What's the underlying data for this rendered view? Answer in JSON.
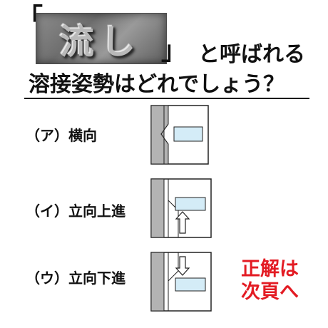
{
  "title": {
    "open_bracket": "「",
    "stamp_text": "流し",
    "close_bracket": "」",
    "suffix": "と呼ばれる",
    "line2": "溶接姿勢はどれでしょう？"
  },
  "options": [
    {
      "label": "（ア）横向"
    },
    {
      "label": "（イ）立向上進"
    },
    {
      "label": "（ウ）立向下進"
    }
  ],
  "answer_note": {
    "line1": "正解は",
    "line2": "次頁へ"
  },
  "colors": {
    "text": "#111111",
    "answer": "#e31b23",
    "plate": "#b3b3b3",
    "weld_bead": "#d4ecf7",
    "arrow_fill": "#ffffff"
  },
  "icons": {
    "up_arrow": "arrow-up-icon",
    "down_arrow": "arrow-down-icon"
  }
}
